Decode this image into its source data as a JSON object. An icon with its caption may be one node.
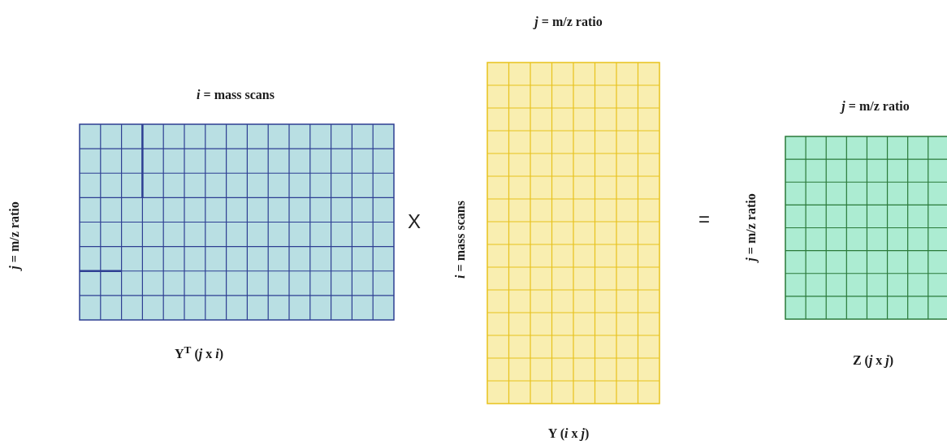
{
  "diagram": {
    "nodes": [
      {
        "text": [
          "*i* = mass scans",
          "*j* = m/z ratio",
          "Y$^{T}$ (*j* x *i*)"
        ]
      },
      {
        "text": [
          "*j* = m/z ratio",
          "*i* = mass scans",
          "Y (*i* x *j*)"
        ]
      },
      {
        "text": [
          "*j* = m/z ratio",
          "*j* = m/z ratio",
          "Z (*j* x *j*)"
        ]
      }
    ],
    "labels": [
      "X",
      "="
    ]
  }
}
